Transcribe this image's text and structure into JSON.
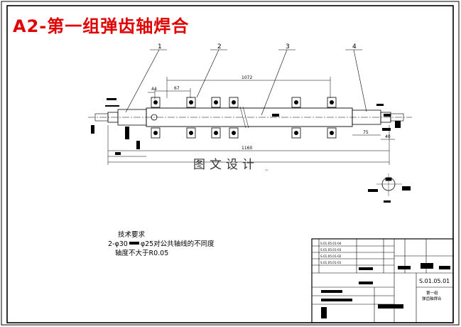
{
  "title": "A2-第一组弹齿轴焊合",
  "balloons": [
    "1",
    "2",
    "3",
    "4"
  ],
  "dimensions": {
    "d1072": "1072",
    "d67": "67",
    "d44": "44",
    "d1160": "1160",
    "d75": "75",
    "d40": "40"
  },
  "technical_requirements": {
    "heading": "技术要求",
    "line1": "2-φ30",
    "line1_tail": "φ25对公共轴线的不同度",
    "line2": "轴度不大于R0.05"
  },
  "watermark": {
    "text": "图文设计",
    "sub": "m"
  },
  "title_block": {
    "drawing_no": "S.01.05.01",
    "name_line1": "第一组",
    "name_line2": "弹齿轴焊合",
    "bom_rows": [
      "S.01.05.01-04",
      "S.01.05.01-03",
      "S.01.05.01-02",
      "S.01.05.01-01"
    ]
  }
}
